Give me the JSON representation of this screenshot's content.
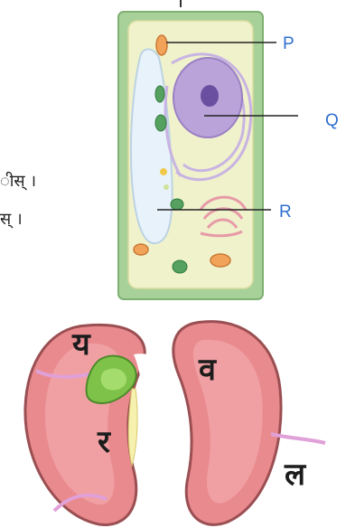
{
  "left_text": [
    "ीस् ।",
    "स् ।"
  ],
  "cell_labels": {
    "p": "P",
    "q": "Q",
    "r": "R"
  },
  "stomata_labels": {
    "ya": "य",
    "va": "व",
    "ra": "र",
    "la": "ल"
  },
  "colors": {
    "label_blue": "#2f6fcf",
    "cell_wall": "#a8d19a",
    "cytoplasm": "#f0f2cc",
    "nucleus": "#b9a3d9",
    "vacuole": "#e8f2fa",
    "guard_cell": "#e98a8e",
    "guard_outline": "#9a4f52"
  }
}
